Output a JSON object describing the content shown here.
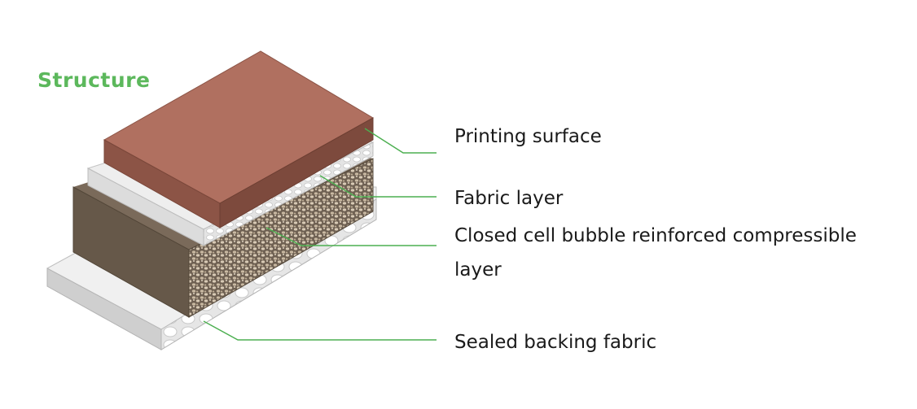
{
  "title": "Structure",
  "colors": {
    "accent": "#5cb85c",
    "leader_line": "#4caf50",
    "printing_surface_top": "#b07060",
    "printing_surface_front": "#8c5446",
    "compressible_layer_side": "#6b5d4f"
  },
  "layers": [
    {
      "label": "Printing surface"
    },
    {
      "label": "Fabric layer"
    },
    {
      "label": "Closed cell bubble reinforced compressible",
      "label_line2": "layer"
    },
    {
      "label": "Sealed backing fabric"
    }
  ]
}
